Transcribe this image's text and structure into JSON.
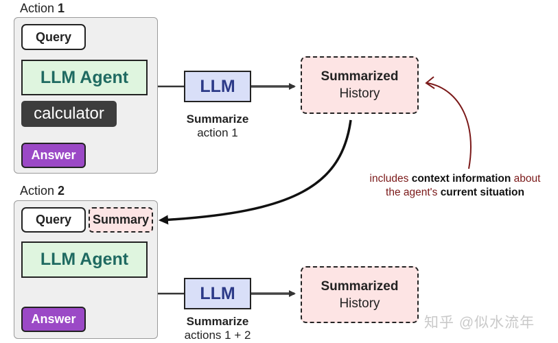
{
  "action1": {
    "title_prefix": "Action",
    "title_number": "1",
    "query_label": "Query",
    "agent_label": "LLM Agent",
    "tool_label": "calculator",
    "answer_label": "Answer"
  },
  "action2": {
    "title_prefix": "Action",
    "title_number": "2",
    "query_label": "Query",
    "summary_label": "Summary",
    "agent_label": "LLM Agent",
    "answer_label": "Answer"
  },
  "flow1": {
    "llm_label": "LLM",
    "caption_bold": "Summarize",
    "caption_regular": "action 1",
    "history_bold": "Summarized",
    "history_regular": "History"
  },
  "flow2": {
    "llm_label": "LLM",
    "caption_bold": "Summarize",
    "caption_regular": "actions 1 + 2",
    "history_bold": "Summarized",
    "history_regular": "History"
  },
  "annotation": {
    "part1": "includes ",
    "part2": "context information",
    "part3": " about",
    "part4": "the agent's ",
    "part5": "current situation"
  },
  "watermark": "知乎 @似水流年",
  "colors": {
    "agent_fill": "#dff5df",
    "agent_text": "#1f6a61",
    "llm_fill": "#d9dff8",
    "llm_text": "#2c3a88",
    "history_fill": "#fde4e4",
    "answer_fill": "#9b49c6",
    "tool_fill": "#3d3d3d",
    "annotation_text": "#7a1818"
  }
}
